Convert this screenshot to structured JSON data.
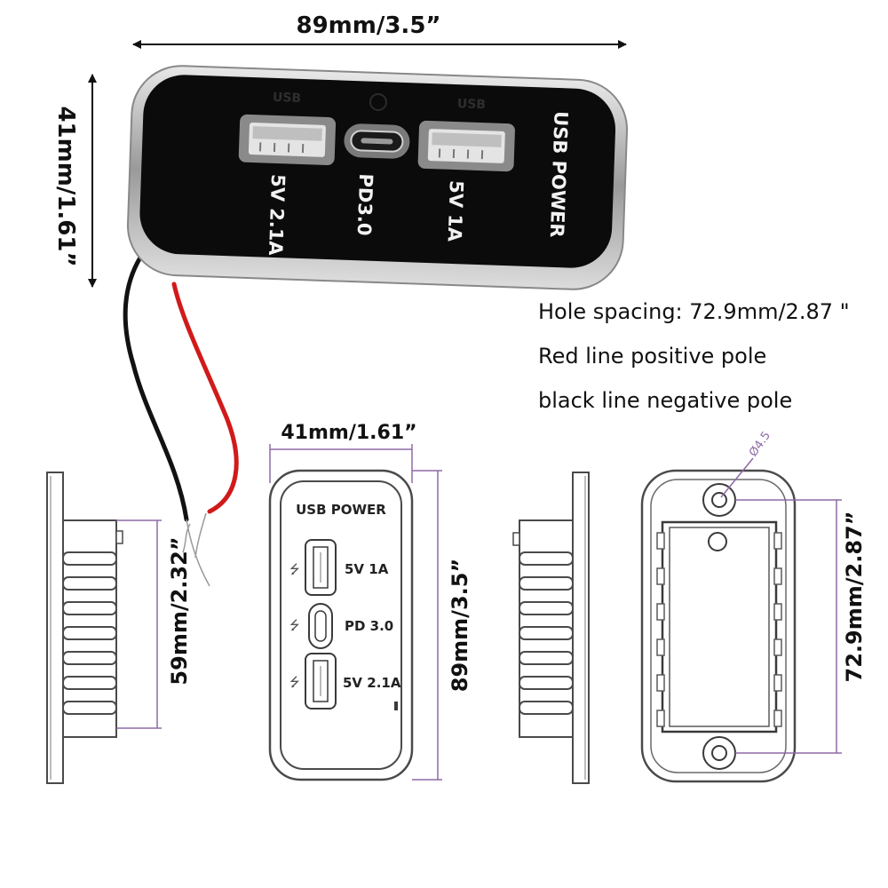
{
  "top_view": {
    "width_label": "89mm/3.5”",
    "height_label": "41mm/1.61”",
    "ports": [
      {
        "name": "usb-a",
        "label": "5V 2.1A"
      },
      {
        "name": "usb-c",
        "label": "PD3.0"
      },
      {
        "name": "usb-a",
        "label": "5V 1A"
      }
    ],
    "panel_title": "USB POWER",
    "colors": {
      "body": "#0b0b0b",
      "bezel": "#c8c8c8",
      "red_wire": "#d11a1a",
      "black_wire": "#121212"
    }
  },
  "notes": [
    "Hole spacing: 72.9mm/2.87 \"",
    "Red line positive pole",
    "black line negative pole"
  ],
  "side_view_left": {
    "depth_label": "59mm/2.32”"
  },
  "front_view": {
    "width_label": "41mm/1.61”",
    "height_label": "89mm/3.5”",
    "title": "USB POWER",
    "ports": [
      {
        "name": "usb-a",
        "label": "5V  1A"
      },
      {
        "name": "usb-c",
        "label": "PD 3.0"
      },
      {
        "name": "usb-a",
        "label": "5V 2.1A"
      }
    ]
  },
  "back_view": {
    "hole_label": "Ø4.5",
    "spacing_label": "72.9mm/2.87”"
  },
  "icons": [
    "usb-icon",
    "arrow-icon"
  ]
}
